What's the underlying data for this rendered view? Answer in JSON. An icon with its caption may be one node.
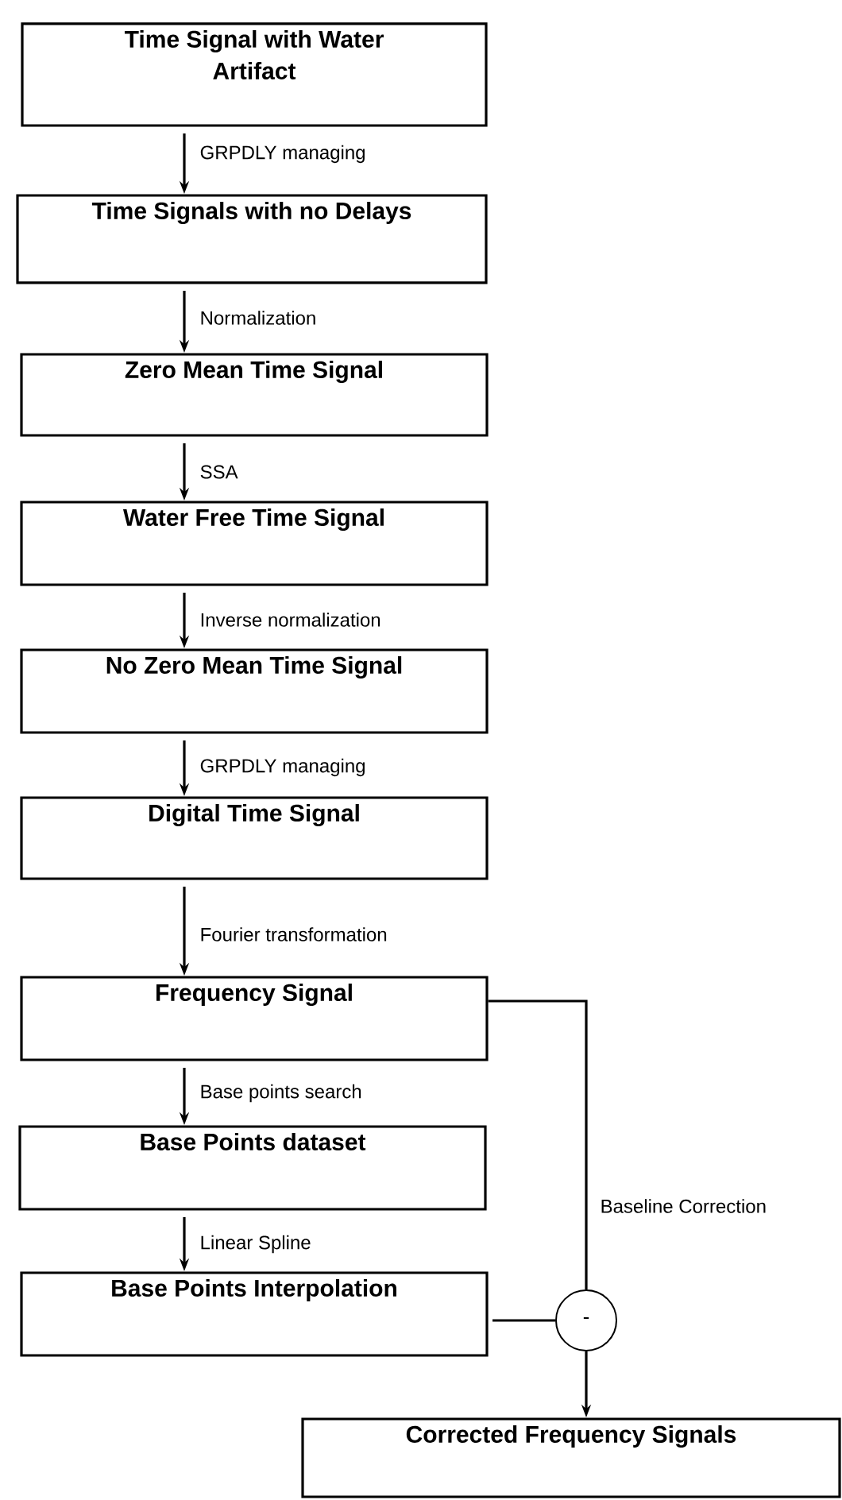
{
  "diagram": {
    "nodes": [
      {
        "text": [
          "Time Signal with Water Artifact"
        ]
      },
      {
        "text": [
          "Time Signals with no Delays"
        ]
      },
      {
        "text": [
          "Zero Mean Time Signal"
        ]
      },
      {
        "text": [
          "Water Free Time Signal"
        ]
      },
      {
        "text": [
          "No Zero Mean Time Signal"
        ]
      },
      {
        "text": [
          "Digital Time Signal"
        ]
      },
      {
        "text": [
          "Frequency Signal"
        ]
      },
      {
        "text": [
          "Base Points dataset"
        ]
      },
      {
        "text": [
          "Base Points Interpolation"
        ]
      },
      {
        "text": [
          "-"
        ]
      },
      {
        "text": [
          "Corrected Frequency Signals"
        ]
      }
    ],
    "edges": [
      {
        "from": 0,
        "to": 1,
        "arrow": "to",
        "label": "GRPDLY managing"
      },
      {
        "from": 1,
        "to": 2,
        "arrow": "to",
        "label": "Normalization"
      },
      {
        "from": 2,
        "to": 3,
        "arrow": "to",
        "label": "SSA"
      },
      {
        "from": 3,
        "to": 4,
        "arrow": "to",
        "label": "Inverse normalization"
      },
      {
        "from": 4,
        "to": 5,
        "arrow": "to",
        "label": "GRPDLY managing"
      },
      {
        "from": 5,
        "to": 6,
        "arrow": "to",
        "label": "Fourier transformation"
      },
      {
        "from": 6,
        "to": 7,
        "arrow": "to",
        "label": "Base points search"
      },
      {
        "from": 7,
        "to": 8,
        "arrow": "to",
        "label": "Linear Spline"
      },
      {
        "from": 6,
        "to": 9,
        "arrow": "none",
        "label": "Baseline Correction"
      },
      {
        "from": 8,
        "to": 9,
        "arrow": "none"
      },
      {
        "from": 9,
        "to": 10,
        "arrow": "to"
      }
    ]
  }
}
